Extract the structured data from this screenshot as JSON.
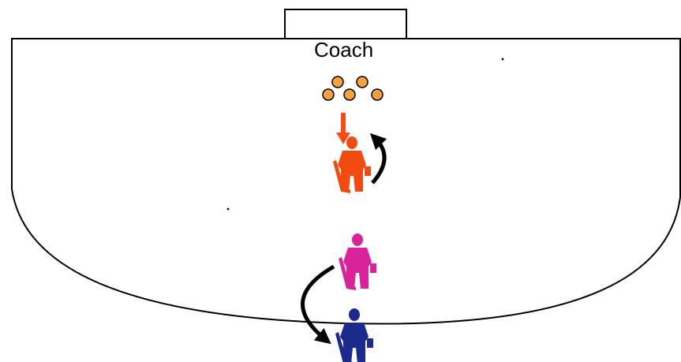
{
  "diagram": {
    "coach_label": "Coach",
    "colors": {
      "line": "#000000",
      "ball_fill": "#F7A23F",
      "ball_stroke": "#000000",
      "drop_arrow": "#FF4A12",
      "player_top": "#F24B12",
      "player_middle": "#D8239A",
      "player_bottom": "#1B2A8C",
      "background": "#FFFFFF"
    },
    "icons": {
      "goal": "goal-frame",
      "balls": "ball-cluster",
      "goalkeeper": "goalkeeper-figure",
      "arrow": "curved-arrow"
    }
  }
}
